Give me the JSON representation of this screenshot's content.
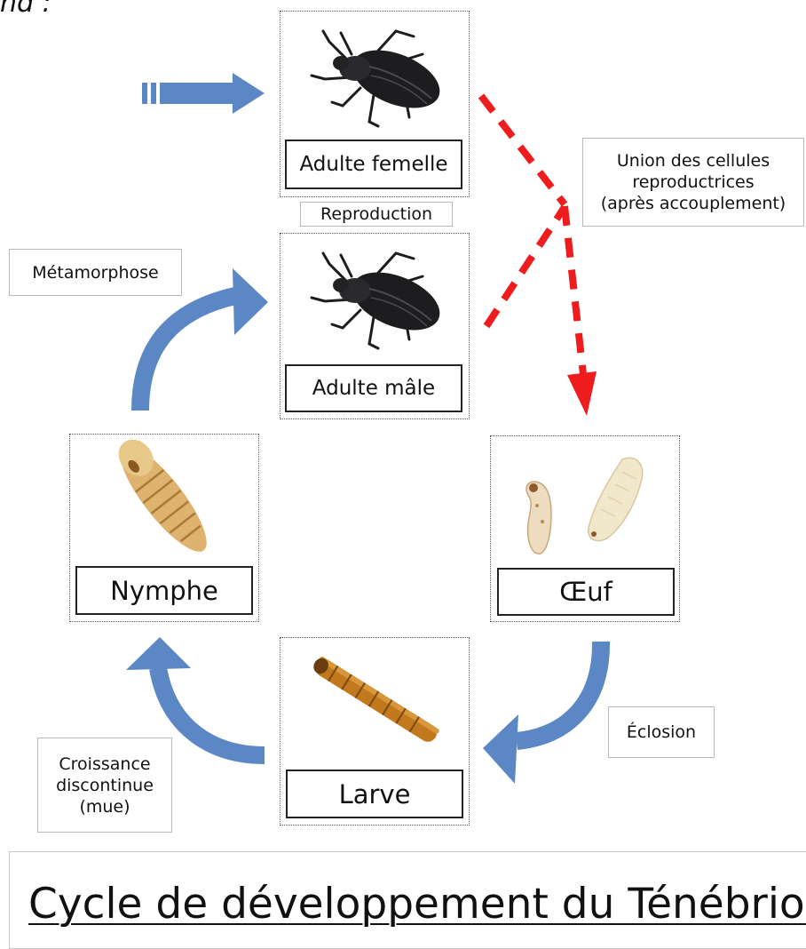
{
  "top_fragment": "nd :",
  "title": "Cycle de développement du Ténébrion",
  "stages": {
    "adult_female": "Adulte femelle",
    "adult_male": "Adulte mâle",
    "egg": "Œuf",
    "larva": "Larve",
    "pupa": "Nymphe"
  },
  "notes": {
    "reproduction": "Reproduction",
    "union": "Union des cellules\nreproductrices\n(après accouplement)",
    "metamorphosis": "Métamorphose",
    "hatching": "Éclosion",
    "growth": "Croissance\ndiscontinue\n(mue)"
  },
  "colors": {
    "cycle_arrow": "#5b88c5",
    "reproduction_arrow": "#ee1c1c",
    "beetle_body": "#1d1d1f",
    "larva_body": "#c2791d",
    "pupa_body": "#ddb36f",
    "egg_body": "#f1e7cb"
  },
  "icons": {
    "adult_female_picture": "black-beetle",
    "adult_male_picture": "black-beetle",
    "egg_picture": "pale-grubs",
    "larva_picture": "mealworm",
    "pupa_picture": "pupa"
  }
}
